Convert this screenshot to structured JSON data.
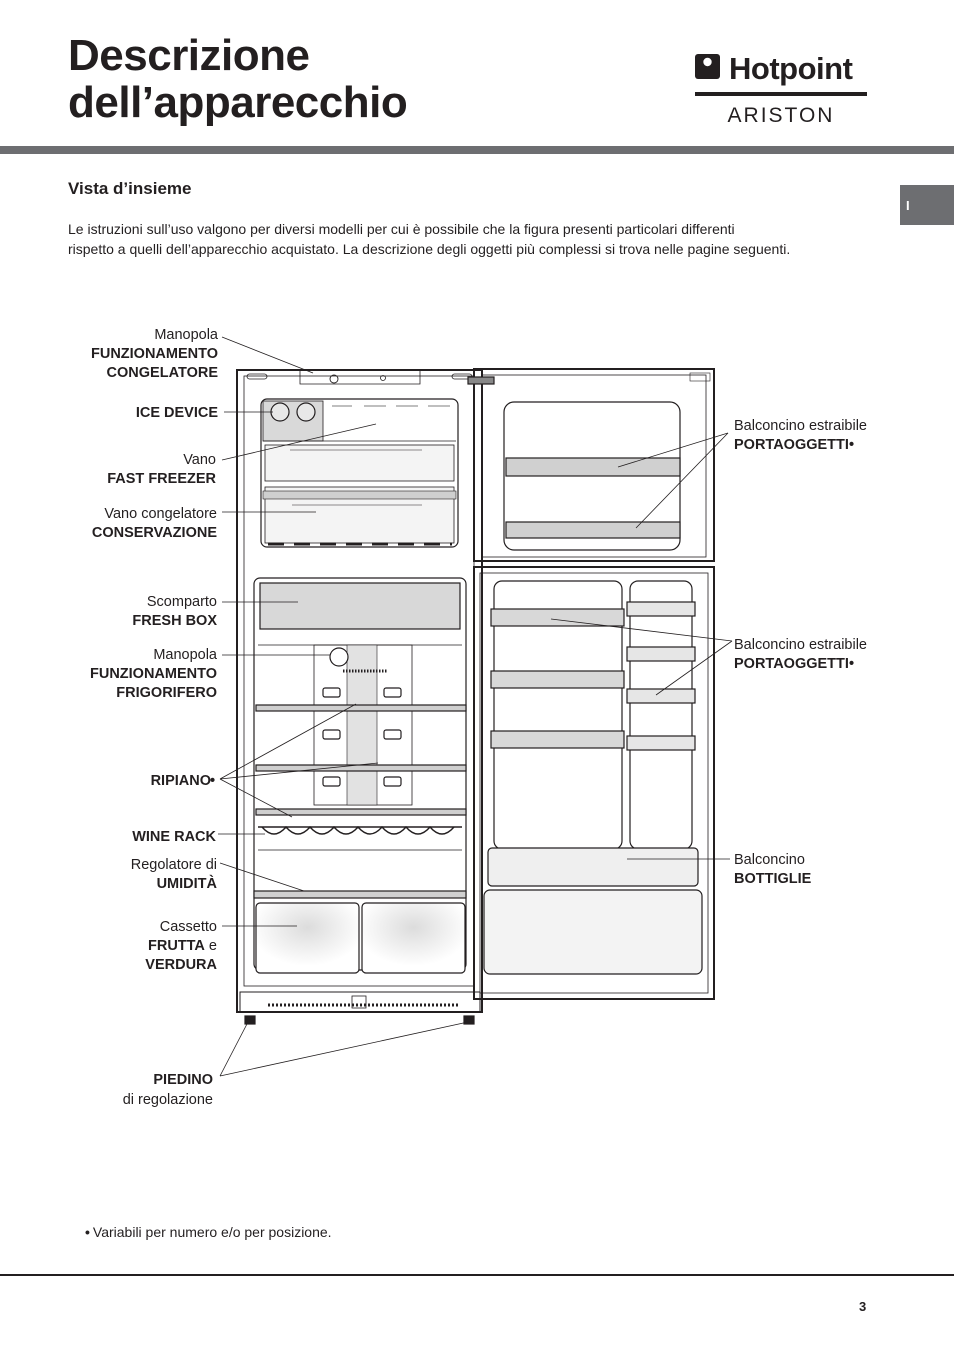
{
  "header": {
    "title_line1": "Descrizione",
    "title_line2": "dell’apparecchio",
    "brand_primary": "Hotpoint",
    "brand_secondary": "ARISTON"
  },
  "lang_tab": "I",
  "section": {
    "title": "Vista d’insieme",
    "intro_line1": "Le istruzioni sull’uso valgono per diversi modelli per cui è possibile che la figura presenti particolari differenti",
    "intro_line2": "rispetto a quelli dell’apparecchio acquistato. La descrizione degli oggetti più complessi si trova nelle pagine seguenti."
  },
  "diagram": {
    "labels": {
      "manopola_cong": {
        "line1": "Manopola",
        "line2": "FUNZIONAMENTO",
        "line3": "CONGELATORE"
      },
      "ice_device": "ICE DEVICE",
      "fast_freezer": {
        "line1": "Vano",
        "line2": "FAST FREEZER"
      },
      "conservazione": {
        "line1": "Vano congelatore",
        "line2": "CONSERVAZIONE"
      },
      "fresh_box": {
        "line1": "Scomparto",
        "line2": "FRESH BOX"
      },
      "manopola_frigo": {
        "line1": "Manopola",
        "line2": "FUNZIONAMENTO",
        "line3": "FRIGORIFERO"
      },
      "ripiano": "RIPIANO",
      "wine_rack": "WINE RACK",
      "umidita": {
        "line1": "Regolatore di",
        "line2": "UMIDITÀ"
      },
      "cassetto": {
        "line1": "Cassetto",
        "line2a": "FRUTTA",
        "line2b": " e",
        "line3": "VERDURA"
      },
      "piedino": {
        "line1": "PIEDINO",
        "line2": "di regolazione"
      },
      "balconcino_top": {
        "line1": "Balconcino estraibile",
        "line2": "PORTAOGGETTI"
      },
      "balconcino_mid": {
        "line1": "Balconcino estraibile",
        "line2": "PORTAOGGETTI"
      },
      "bottiglie": {
        "line1": "Balconcino",
        "line2": "BOTTIGLIE"
      },
      "bullet": "•"
    }
  },
  "footnote": {
    "bullet": "•",
    "text": "Variabili per numero e/o per posizione."
  },
  "page_number": "3",
  "colors": {
    "header_bar": "#6d6e71",
    "text": "#231f20",
    "lines": "#231f20"
  }
}
